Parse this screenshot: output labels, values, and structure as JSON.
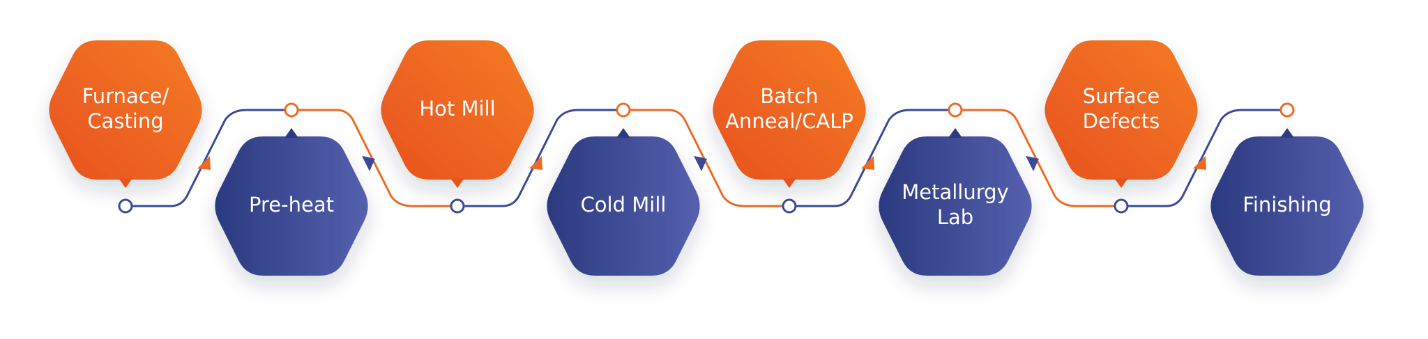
{
  "colors": {
    "orange_dark": "#E8521E",
    "orange_light": "#F47B25",
    "blue_dark": "#2B3A80",
    "blue_light": "#5560AD",
    "connector_orange": "#EE6A23",
    "connector_blue": "#3A4A96"
  },
  "steps": [
    {
      "name": "step-furnace-casting",
      "lines": [
        "Furnace/",
        "Casting"
      ],
      "color": "orange"
    },
    {
      "name": "step-pre-heat",
      "lines": [
        "Pre-heat"
      ],
      "color": "blue"
    },
    {
      "name": "step-hot-mill",
      "lines": [
        "Hot Mill"
      ],
      "color": "orange"
    },
    {
      "name": "step-cold-mill",
      "lines": [
        "Cold Mill"
      ],
      "color": "blue"
    },
    {
      "name": "step-batch-anneal-calp",
      "lines": [
        "Batch",
        "Anneal/CALP"
      ],
      "color": "orange"
    },
    {
      "name": "step-metallurgy-lab",
      "lines": [
        "Metallurgy",
        "Lab"
      ],
      "color": "blue"
    },
    {
      "name": "step-surface-defects",
      "lines": [
        "Surface",
        "Defects"
      ],
      "color": "orange"
    },
    {
      "name": "step-finishing",
      "lines": [
        "Finishing"
      ],
      "color": "blue"
    }
  ]
}
